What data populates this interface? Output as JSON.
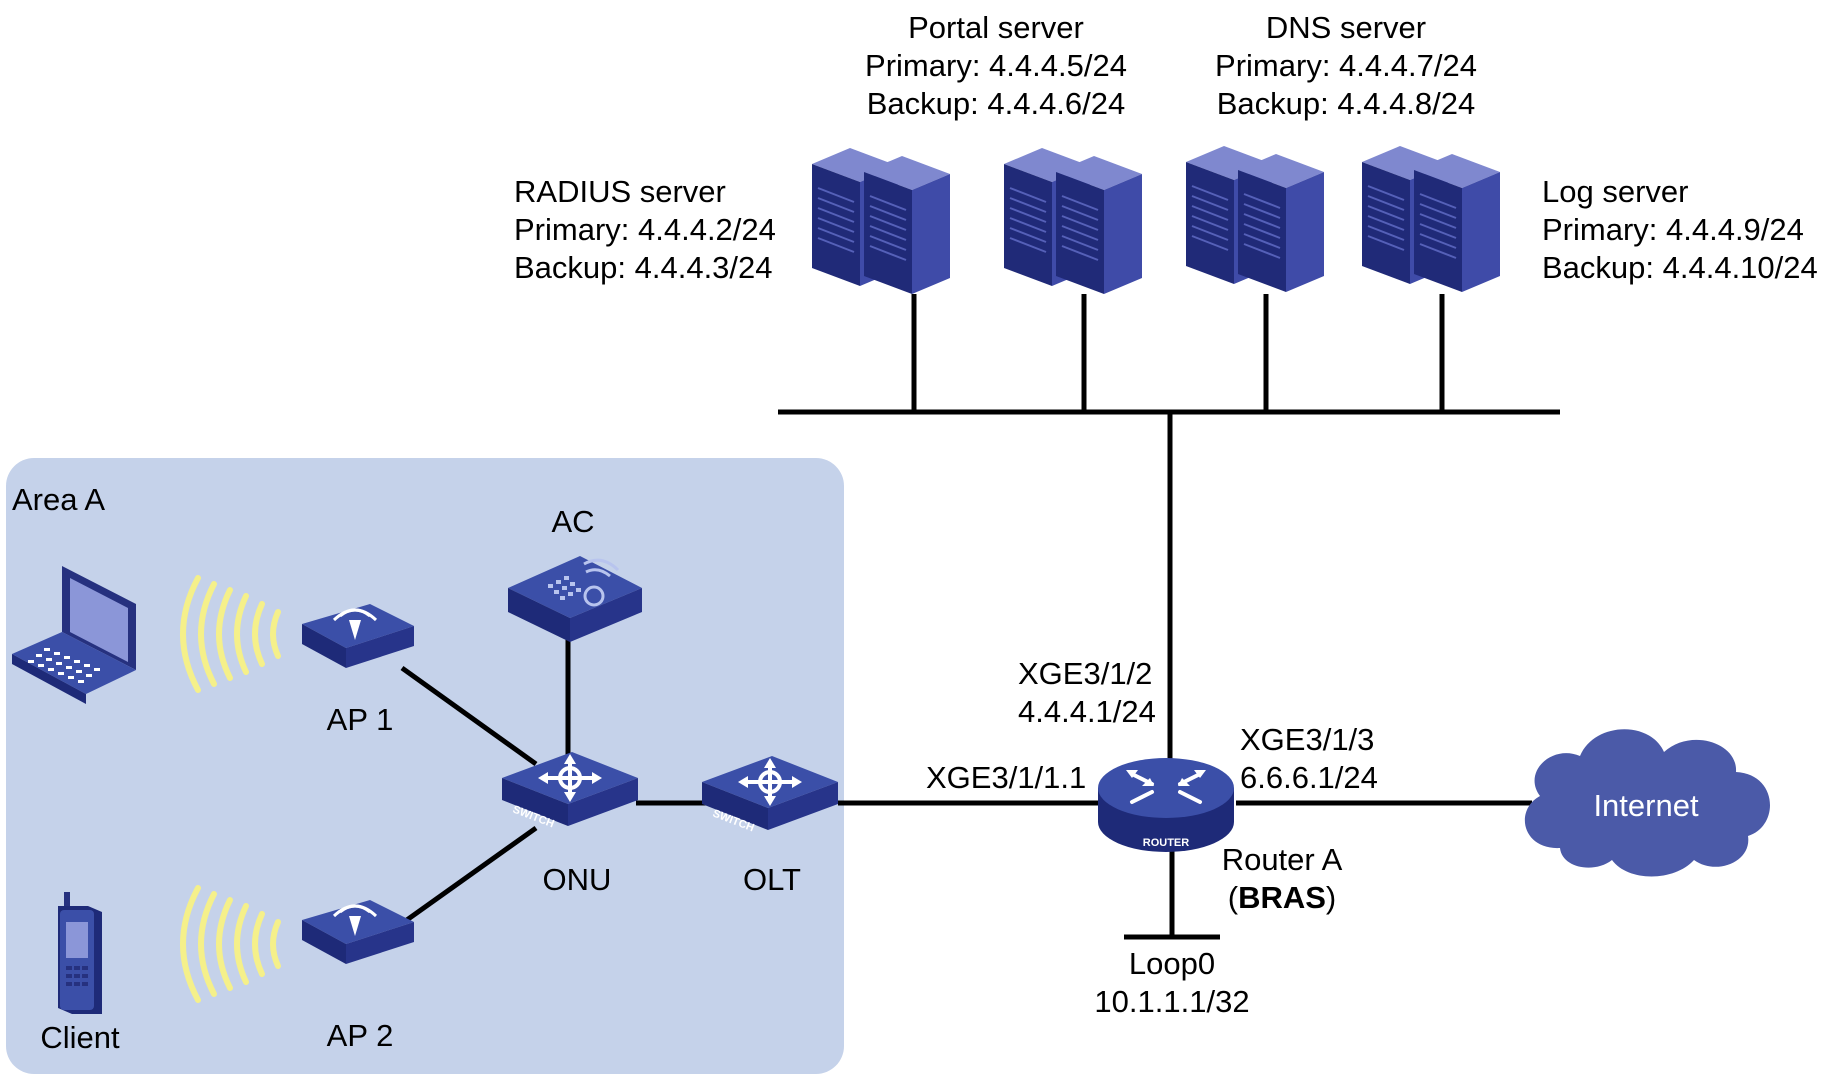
{
  "area": {
    "label": "Area A",
    "fill": "#c5d2ea"
  },
  "colors": {
    "device_top": "#3b4fa8",
    "device_side": "#1e2a78",
    "server_front": "#3f4ba8",
    "server_side": "#202a78",
    "wifi_waves": "#f5f08a",
    "cloud": "#4b5aa8",
    "links": "#000000"
  },
  "servers": {
    "radius": {
      "title": "RADIUS server",
      "primary": "Primary: 4.4.4.2/24",
      "backup": "Backup: 4.4.4.3/24"
    },
    "portal": {
      "title": "Portal server",
      "primary": "Primary: 4.4.4.5/24",
      "backup": "Backup: 4.4.4.6/24"
    },
    "dns": {
      "title": "DNS server",
      "primary": "Primary: 4.4.4.7/24",
      "backup": "Backup: 4.4.4.8/24"
    },
    "log": {
      "title": "Log server",
      "primary": "Primary: 4.4.4.9/24",
      "backup": "Backup: 4.4.4.10/24"
    }
  },
  "devices": {
    "ac": "AC",
    "ap1": "AP 1",
    "ap2": "AP 2",
    "onu": "ONU",
    "olt": "OLT",
    "client": "Client",
    "switch_badge": "SWITCH",
    "router_badge": "ROUTER",
    "internet": "Internet"
  },
  "router": {
    "name": "Router A",
    "role_open": "(",
    "role": "BRAS",
    "role_close": ")",
    "xge2_if": "XGE3/1/2",
    "xge2_ip": "4.4.4.1/24",
    "xge3_if": "XGE3/1/3",
    "xge3_ip": "6.6.6.1/24",
    "xge1_if": "XGE3/1/1.1",
    "loop_if": "Loop0",
    "loop_ip": "10.1.1.1/32"
  }
}
